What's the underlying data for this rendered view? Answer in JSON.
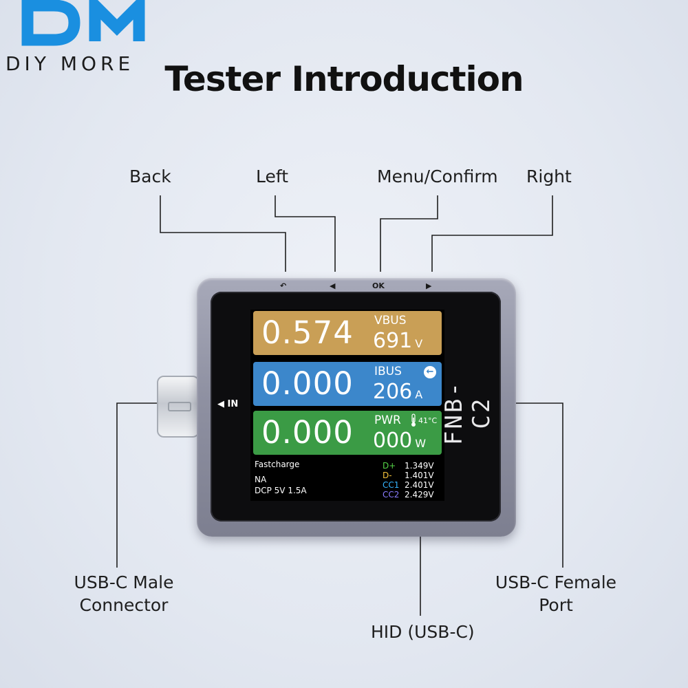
{
  "brand": {
    "logo_text": "DM",
    "name": "DIY MORE",
    "colors": {
      "logo": "#1a8fe0"
    }
  },
  "title": "Tester Introduction",
  "callouts": {
    "back": "Back",
    "left": "Left",
    "menu_confirm": "Menu/Confirm",
    "right": "Right",
    "male_connector": [
      "USB-C Male",
      "Connector"
    ],
    "hid": "HID (USB-C)",
    "female_port": [
      "USB-C Female",
      "Port"
    ]
  },
  "device": {
    "model": "FNB-C2",
    "in_label": "◀ IN",
    "button_glyphs": {
      "back": "↶",
      "left": "◀",
      "ok": "OK",
      "right": "▶"
    },
    "screen": {
      "vbus": {
        "main": "0.574",
        "label": "VBUS",
        "sub": "691",
        "unit": "V",
        "color": "#c99f56"
      },
      "ibus": {
        "main": "0.000",
        "label": "IBUS",
        "sub": "206",
        "unit": "A",
        "color": "#3c87cb",
        "icon": "arrow-left-icon"
      },
      "pwr": {
        "main": "0.000",
        "label": "PWR",
        "sub": "000",
        "unit": "W",
        "temperature": "41°C",
        "color": "#3b9b45",
        "icon": "thermometer-icon"
      },
      "info": {
        "fastcharge_label": "Fastcharge",
        "protocol": "NA",
        "mode": "DCP 5V  1.5A",
        "lines": [
          {
            "key": "D+",
            "value": "1.349V",
            "color": "#55d447"
          },
          {
            "key": "D-",
            "value": "1.401V",
            "color": "#f5c33b"
          },
          {
            "key": "CC1",
            "value": "2.401V",
            "color": "#35b4ff"
          },
          {
            "key": "CC2",
            "value": "2.429V",
            "color": "#8a7dff"
          }
        ]
      }
    }
  }
}
